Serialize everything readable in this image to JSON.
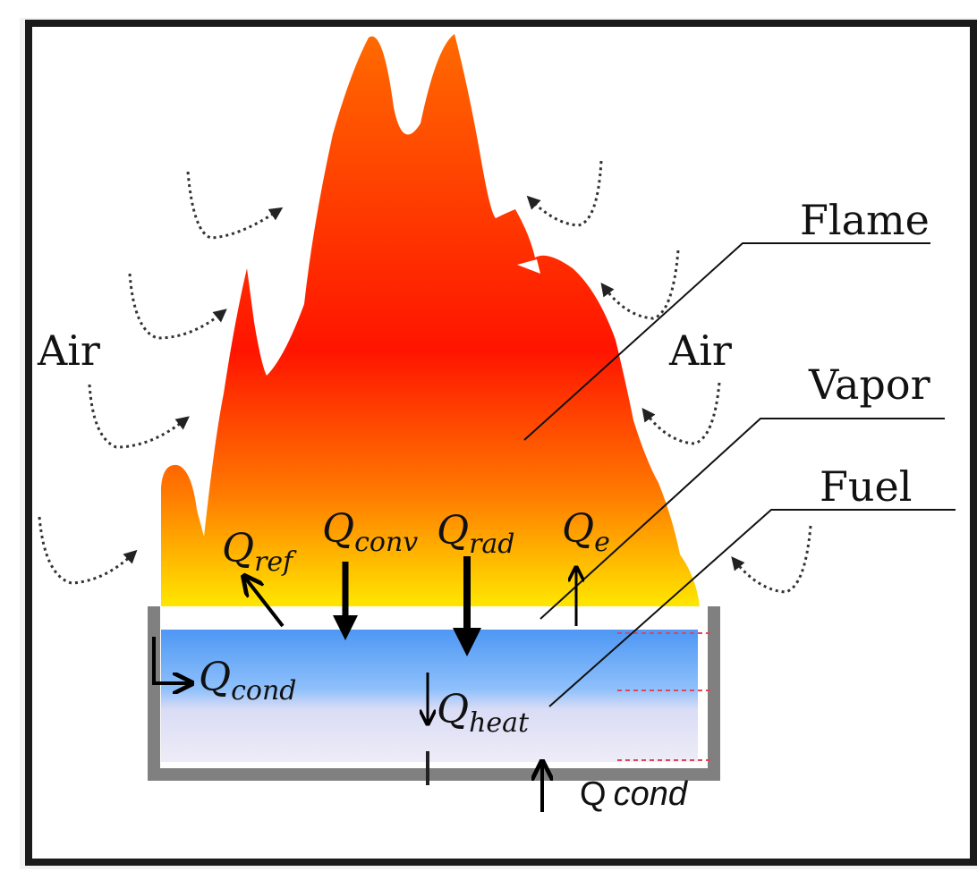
{
  "labels": {
    "air_left": "Air",
    "air_right": "Air",
    "flame": "Flame",
    "vapor": "Vapor",
    "fuel": "Fuel"
  },
  "heat_terms": {
    "ref": {
      "symbol": "Q",
      "subscript": "ref"
    },
    "conv": {
      "symbol": "Q",
      "subscript": "conv"
    },
    "rad": {
      "symbol": "Q",
      "subscript": "rad"
    },
    "e": {
      "symbol": "Q",
      "subscript": "e"
    },
    "cond_side": {
      "symbol": "Q",
      "subscript": "cond"
    },
    "heat": {
      "symbol": "Q",
      "subscript": "heat"
    },
    "cond_bottom": {
      "symbol": "Q",
      "subscript": "cond"
    }
  },
  "colors": {
    "frame": "#1a1a1a",
    "flame_top": "#ff5a00",
    "flame_mid": "#ff1e00",
    "flame_low": "#ff8a00",
    "flame_base": "#ffe000",
    "fuel_top": "#5aa0f5",
    "fuel_bottom": "#ecebf6",
    "pan": "#808080"
  }
}
